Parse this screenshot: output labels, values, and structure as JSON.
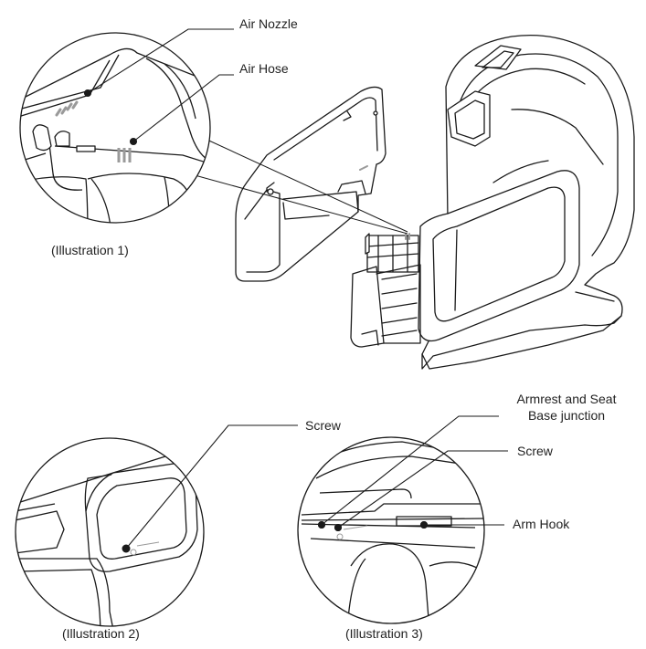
{
  "labels": {
    "air_nozzle": "Air Nozzle",
    "air_hose": "Air Hose",
    "screw_2": "Screw",
    "armrest_line1": "Armrest and Seat",
    "armrest_line2": "Base junction",
    "screw_3": "Screw",
    "arm_hook": "Arm Hook"
  },
  "captions": {
    "illustration_1": "(Illustration 1)",
    "illustration_2": "(Illustration 2)",
    "illustration_3": "(Illustration 3)"
  },
  "colors": {
    "line": "#1a1a1a",
    "detail_gray": "#9a9a9a"
  }
}
